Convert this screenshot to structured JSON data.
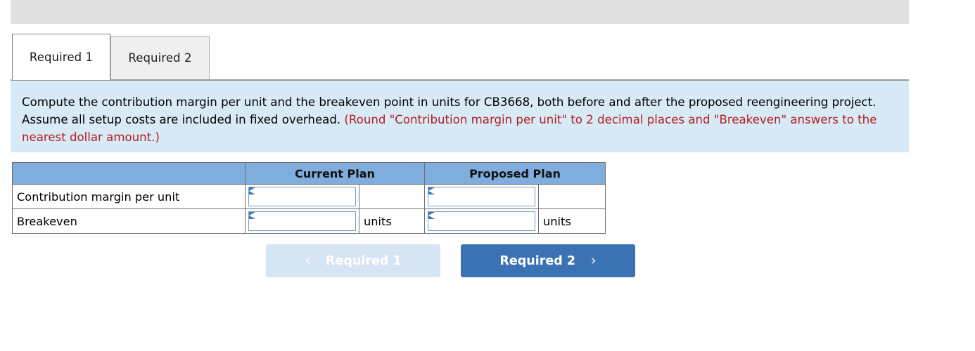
{
  "top_bar": {
    "label": ""
  },
  "tabs": [
    {
      "label": "Required 1",
      "state": "active"
    },
    {
      "label": "Required 2",
      "state": "inactive"
    }
  ],
  "instruction": {
    "main": "Compute the contribution margin per unit and the breakeven point in units for CB3668, both before and after the proposed reengineering project. Assume all setup costs are included in fixed overhead. ",
    "hint": "(Round \"Contribution margin per unit\" to 2 decimal places and \"Breakeven\" answers to the nearest dollar amount.)",
    "background_color": "#d9eaf7",
    "hint_color": "#b02020"
  },
  "table": {
    "header_color": "#7eadde",
    "columns": [
      "",
      "Current Plan",
      "Proposed Plan"
    ],
    "rows": [
      {
        "label": "Contribution margin per unit",
        "current_value": "",
        "current_unit": "",
        "proposed_value": "",
        "proposed_unit": ""
      },
      {
        "label": "Breakeven",
        "current_value": "",
        "current_unit": "units",
        "proposed_value": "",
        "proposed_unit": "units"
      }
    ]
  },
  "navigation": {
    "prev": {
      "label": "Required 1",
      "icon": "chevron-left-icon",
      "glyph": "‹",
      "enabled": false,
      "color": "#d6e5f4"
    },
    "next": {
      "label": "Required 2",
      "icon": "chevron-right-icon",
      "glyph": "›",
      "enabled": true,
      "color": "#3a72b4"
    }
  }
}
